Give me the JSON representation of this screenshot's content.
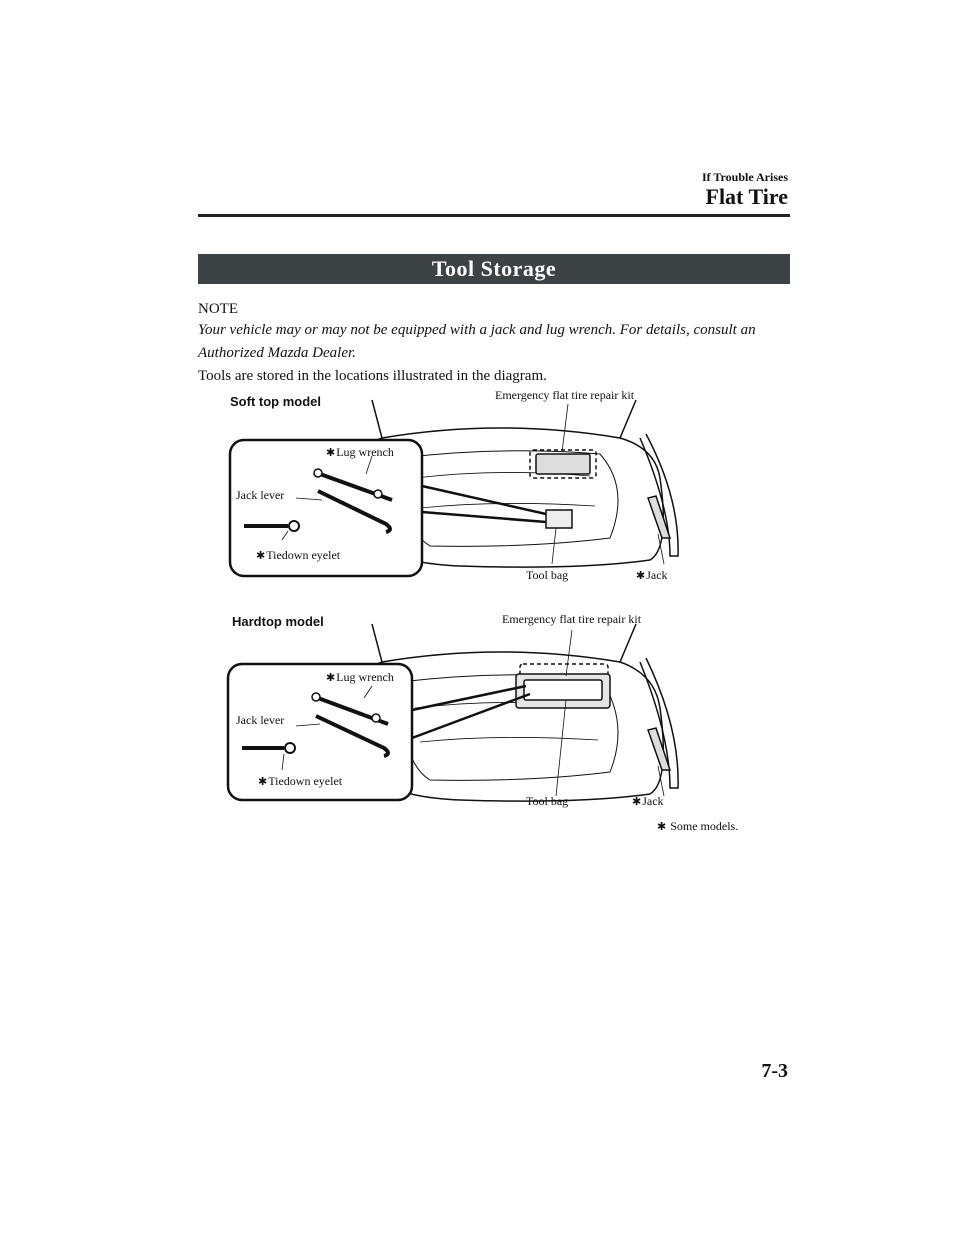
{
  "header": {
    "section": "If Trouble Arises",
    "title": "Flat Tire"
  },
  "banner": {
    "title": "Tool Storage"
  },
  "note": {
    "label": "NOTE",
    "text": "Your vehicle may or may not be equipped with a jack and lug wrench. For details, consult an Authorized Mazda Dealer."
  },
  "body": {
    "intro": "Tools are stored in the locations illustrated in the diagram."
  },
  "figures": [
    {
      "model": "Soft top model",
      "labels": {
        "repair_kit": "Emergency flat tire repair kit",
        "lug_wrench": "Lug wrench",
        "jack_lever": "Jack lever",
        "tiedown_eyelet": "Tiedown eyelet",
        "tool_bag": "Tool bag",
        "jack": "Jack"
      }
    },
    {
      "model": "Hardtop model",
      "labels": {
        "repair_kit": "Emergency flat tire repair kit",
        "lug_wrench": "Lug wrench",
        "jack_lever": "Jack lever",
        "tiedown_eyelet": "Tiedown eyelet",
        "tool_bag": "Tool bag",
        "jack": "Jack"
      }
    }
  ],
  "footnote": {
    "symbol": "✱",
    "text": "Some models."
  },
  "page_number": "7-3"
}
